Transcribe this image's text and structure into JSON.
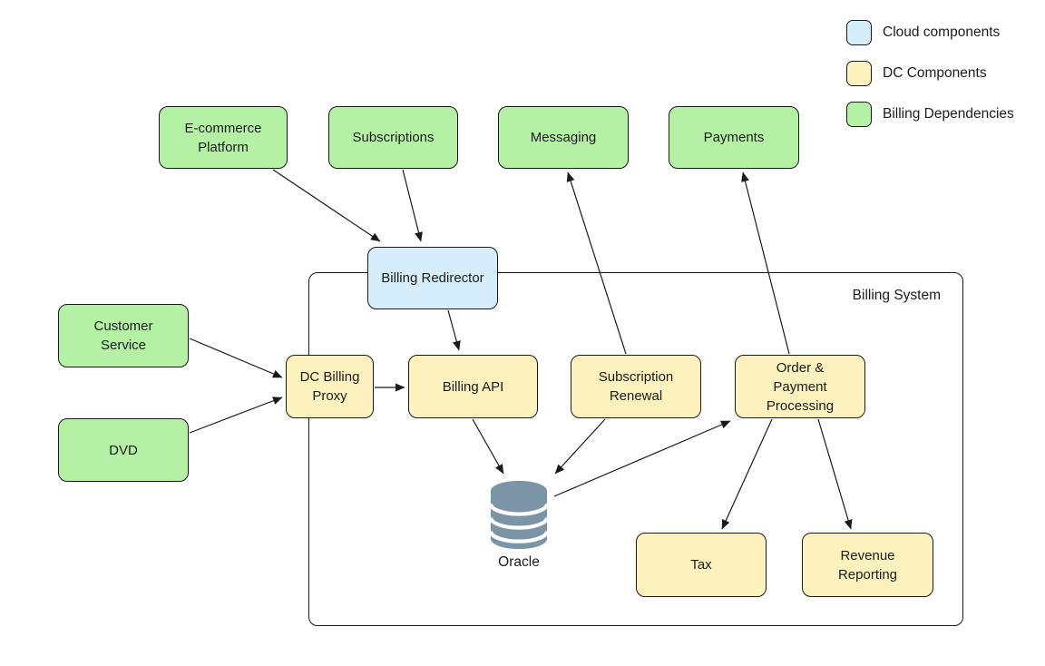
{
  "legend": {
    "items": [
      {
        "label": "Cloud components",
        "color": "#d6eefb"
      },
      {
        "label": "DC Components",
        "color": "#fdf2bd"
      },
      {
        "label": "Billing Dependencies",
        "color": "#b4f1a4"
      }
    ]
  },
  "container": {
    "label": "Billing System"
  },
  "nodes": {
    "ecommerce": {
      "label": "E-commerce Platform",
      "type": "billing-dependency"
    },
    "subscriptions": {
      "label": "Subscriptions",
      "type": "billing-dependency"
    },
    "messaging": {
      "label": "Messaging",
      "type": "billing-dependency"
    },
    "payments": {
      "label": "Payments",
      "type": "billing-dependency"
    },
    "billing_redirector": {
      "label": "Billing Redirector",
      "type": "cloud-component"
    },
    "customer_service": {
      "label": "Customer Service",
      "type": "billing-dependency"
    },
    "dvd": {
      "label": "DVD",
      "type": "billing-dependency"
    },
    "dc_billing_proxy": {
      "label": "DC Billing Proxy",
      "type": "dc-component"
    },
    "billing_api": {
      "label": "Billing API",
      "type": "dc-component"
    },
    "subscription_renewal": {
      "label": "Subscription Renewal",
      "type": "dc-component"
    },
    "order_payment_processing": {
      "label": "Order & Payment Processing",
      "type": "dc-component"
    },
    "tax": {
      "label": "Tax",
      "type": "dc-component"
    },
    "revenue_reporting": {
      "label": "Revenue Reporting",
      "type": "dc-component"
    }
  },
  "database": {
    "label": "Oracle",
    "color": "#7b94a6"
  },
  "edges": [
    {
      "from": "E-commerce Platform",
      "to": "Billing Redirector"
    },
    {
      "from": "Subscriptions",
      "to": "Billing Redirector"
    },
    {
      "from": "Billing Redirector",
      "to": "Billing API"
    },
    {
      "from": "Customer Service",
      "to": "DC Billing Proxy"
    },
    {
      "from": "DVD",
      "to": "DC Billing Proxy"
    },
    {
      "from": "DC Billing Proxy",
      "to": "Billing API"
    },
    {
      "from": "Billing API",
      "to": "Oracle"
    },
    {
      "from": "Subscription Renewal",
      "to": "Oracle"
    },
    {
      "from": "Subscription Renewal",
      "to": "Messaging"
    },
    {
      "from": "Oracle",
      "to": "Order & Payment Processing"
    },
    {
      "from": "Order & Payment Processing",
      "to": "Payments"
    },
    {
      "from": "Order & Payment Processing",
      "to": "Tax"
    },
    {
      "from": "Order & Payment Processing",
      "to": "Revenue Reporting"
    }
  ]
}
